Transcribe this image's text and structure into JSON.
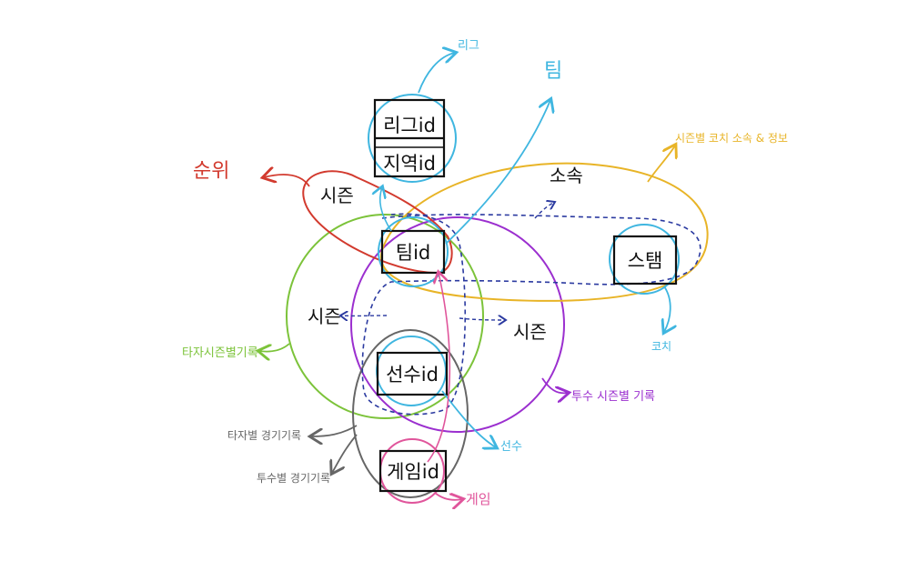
{
  "colors": {
    "league": "#3fb6e0",
    "team": "#3fb6e0",
    "rank": "#d23a2e",
    "belong": "#e8b427",
    "batter": "#7cc33a",
    "pitcher": "#9b2fcf",
    "game": "#e0559b",
    "game_record": "#666666",
    "coach": "#3fb6e0",
    "stadium": "#3fb6e0",
    "link": "#2b3aa0"
  },
  "boxes": {
    "league_id": "리그id",
    "region_id": "지역id",
    "team_id": "팀id",
    "stadium": "스탬",
    "player_id": "선수id",
    "game_id": "게임id"
  },
  "labels": {
    "league": "리그",
    "team": "팀",
    "rank": "순위",
    "rank_season": "시즌",
    "belong": "소속",
    "season_coach_belong": "시즌별 코치 소속 & 정보",
    "coach": "코치",
    "season_left": "시즌",
    "season_right": "시즌",
    "batter_season_record": "타자시즌별기록",
    "pitcher_season_record": "투수 시즌별 기록",
    "player": "선수",
    "batter_game_record": "타자별 경기기록",
    "pitcher_game_record": "투수별 경기기록",
    "game": "게임"
  }
}
